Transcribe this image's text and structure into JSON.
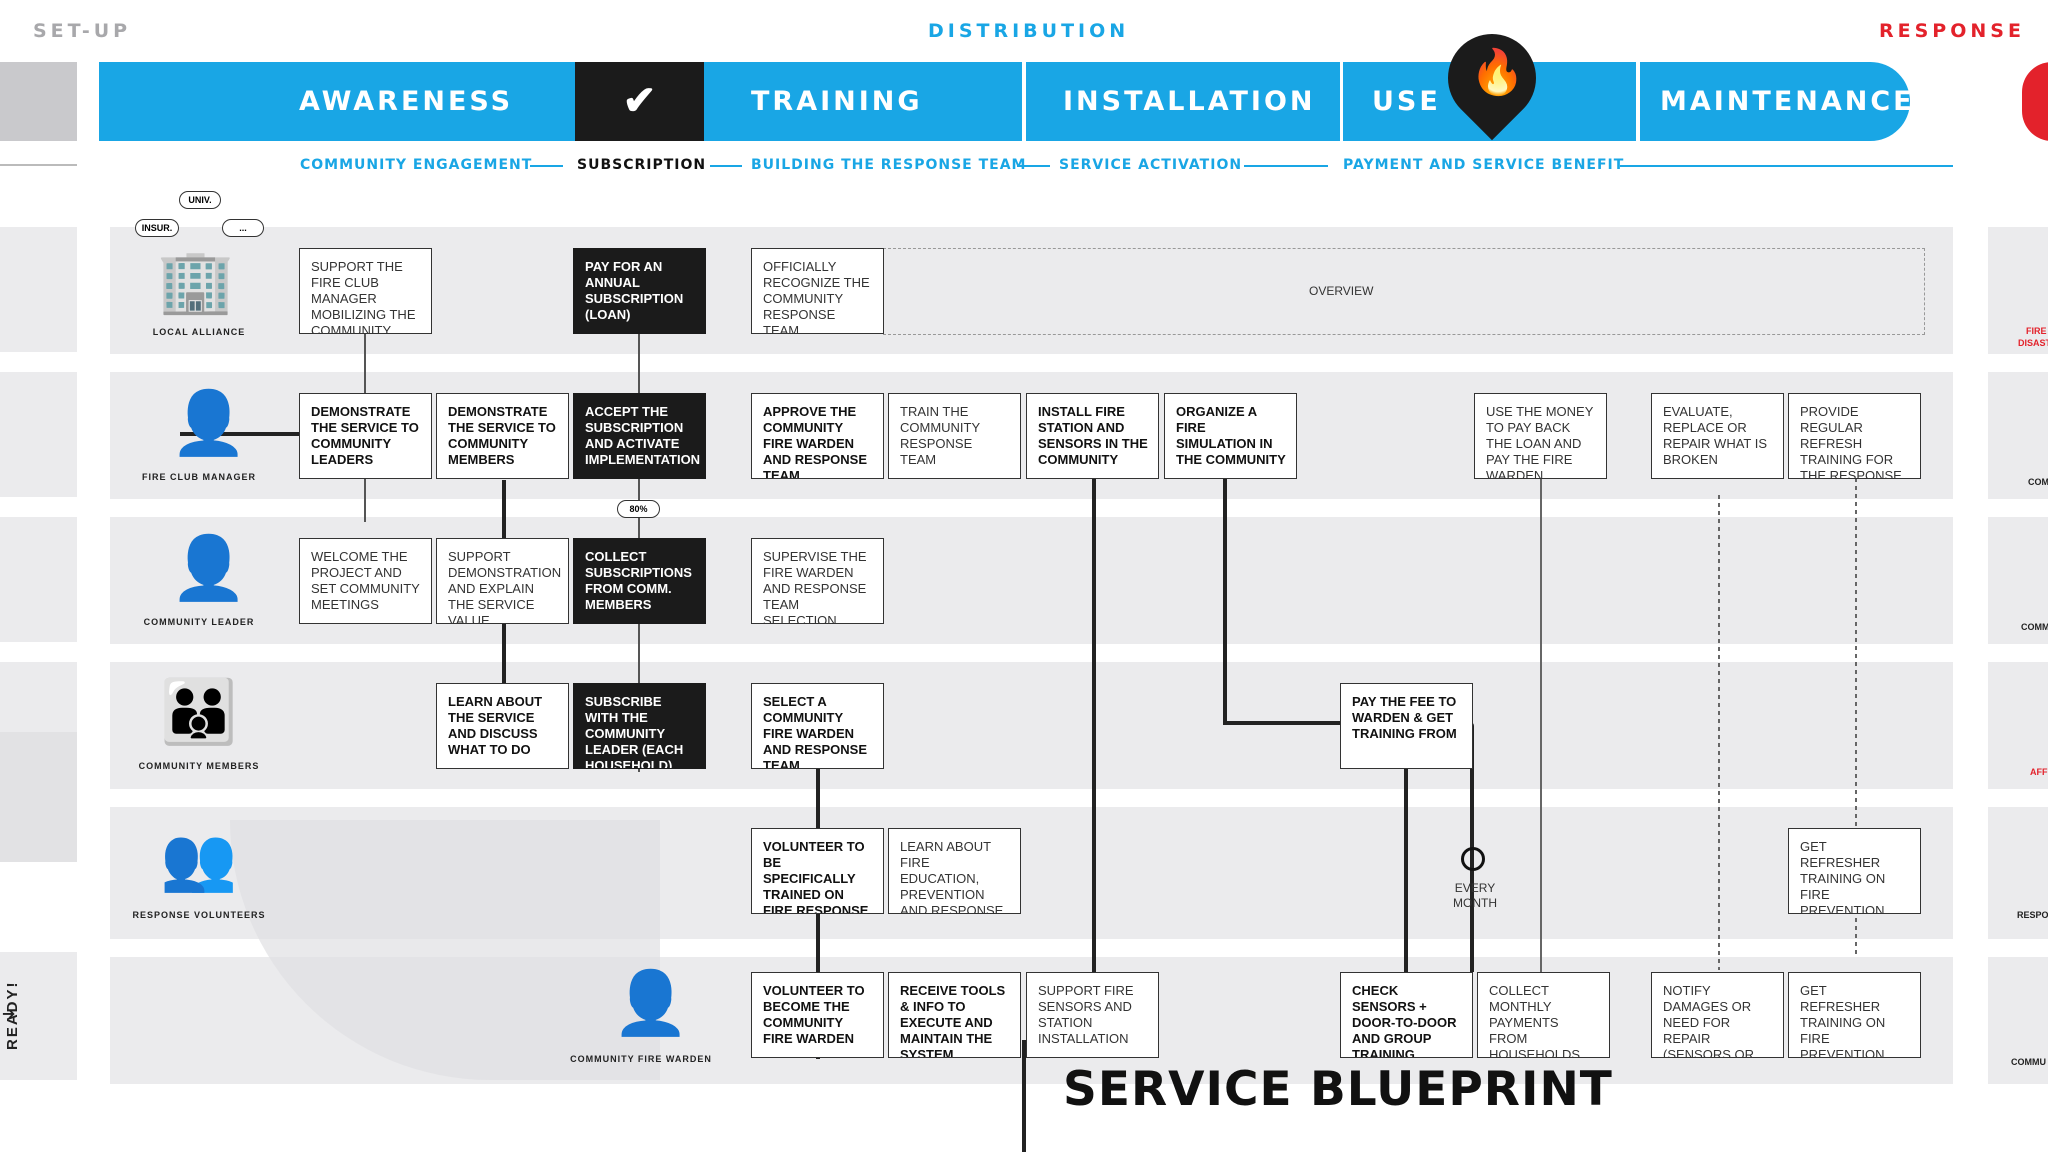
{
  "phases": {
    "setup": "SET-UP",
    "distribution": "DISTRIBUTION",
    "response": "RESPONSE"
  },
  "stages": [
    "AWARENESS",
    "TRAINING",
    "INSTALLATION",
    "USE",
    "MAINTENANCE"
  ],
  "subheads": [
    "COMMUNITY ENGAGEMENT",
    "SUBSCRIPTION",
    "BUILDING THE RESPONSE TEAM",
    "SERVICE ACTIVATION",
    "PAYMENT AND SERVICE BENEFIT"
  ],
  "overview_label": "OVERVIEW",
  "actors": {
    "local_alliance": "LOCAL ALLIANCE",
    "fire_club_manager": "FIRE CLUB MANAGER",
    "community_leader": "COMMUNITY LEADER",
    "community_members": "COMMUNITY MEMBERS",
    "response_volunteers": "RESPONSE VOLUNTEERS",
    "community_fire_warden": "COMMUNITY FIRE WARDEN"
  },
  "bubbles": {
    "univ": "UNIV.",
    "insur": "INSUR.",
    "more": "..."
  },
  "badge_80": "80%",
  "every_month": "EVERY MONTH",
  "ready": "READY!",
  "title": "SERVICE BLUEPRINT",
  "right_edge": {
    "fire": "FIRE",
    "disast": "DISAST",
    "com": "COM",
    "comm": "COMM",
    "aff": "AFF",
    "respo": "RESPO",
    "commu": "COMMU"
  },
  "cards": {
    "la_support": "SUPPORT THE FIRE CLUB MANAGER MOBILIZING THE COMMUNITY",
    "la_pay": "PAY FOR AN ANNUAL SUBSCRIPTION (LOAN)",
    "la_recognize": "OFFICIALLY RECOGNIZE THE COMMUNITY RESPONSE TEAM",
    "fm_demo_leaders": "DEMONSTRATE THE SERVICE TO COMMUNITY LEADERS",
    "fm_demo_members": "DEMONSTRATE THE SERVICE TO COMMUNITY MEMBERS",
    "fm_accept": "ACCEPT THE SUBSCRIPTION AND ACTIVATE IMPLEMENTATION",
    "fm_approve": "APPROVE THE COMMUNITY FIRE WARDEN AND RESPONSE TEAM",
    "fm_train": "TRAIN THE COMMUNITY RESPONSE TEAM",
    "fm_install": "INSTALL FIRE STATION AND SENSORS IN THE COMMUNITY",
    "fm_organize": "ORGANIZE A FIRE SIMULATION IN THE COMMUNITY",
    "fm_usemoney": "USE THE MONEY TO PAY BACK THE LOAN AND PAY THE FIRE WARDEN",
    "fm_evaluate": "EVALUATE, REPLACE OR REPAIR WHAT IS BROKEN",
    "fm_provide": "PROVIDE REGULAR REFRESH TRAINING FOR THE RESPONSE TEAM",
    "cl_welcome": "WELCOME THE PROJECT AND SET COMMUNITY MEETINGS",
    "cl_support": "SUPPORT DEMONSTRATION AND EXPLAIN THE SERVICE VALUE",
    "cl_collect": "COLLECT SUBSCRIPTIONS FROM COMM. MEMBERS",
    "cl_supervise": "SUPERVISE THE FIRE WARDEN AND RESPONSE TEAM SELECTION",
    "cm_learn": "LEARN ABOUT THE SERVICE AND DISCUSS WHAT TO DO",
    "cm_subscribe": "SUBSCRIBE WITH THE COMMUNITY LEADER (EACH HOUSEHOLD)",
    "cm_select": "SELECT A COMMUNITY FIRE WARDEN AND RESPONSE TEAM",
    "cm_payfee": "PAY THE FEE TO WARDEN & GET TRAINING FROM",
    "rv_volunteer": "VOLUNTEER TO BE SPECIFICALLY TRAINED ON FIRE RESPONSE",
    "rv_learn": "LEARN ABOUT FIRE EDUCATION, PREVENTION AND RESPONSE",
    "rv_refresher": "GET REFRESHER TRAINING ON FIRE PREVENTION AND REPONSE",
    "fw_volunteer": "VOLUNTEER TO BECOME THE COMMUNITY FIRE WARDEN",
    "fw_receive": "RECEIVE TOOLS & INFO TO EXECUTE AND MAINTAIN THE SYSTEM",
    "fw_support": "SUPPORT FIRE SENSORS AND STATION INSTALLATION",
    "fw_check": "CHECK SENSORS + DOOR-TO-DOOR AND GROUP TRAINING",
    "fw_collect": "COLLECT MONTHLY PAYMENTS FROM HOUSEHOLDS",
    "fw_notify": "NOTIFY DAMAGES OR NEED FOR REPAIR (SENSORS OR STATION)",
    "fw_refresher": "GET REFRESHER TRAINING ON FIRE PREVENTION AND REPONSE"
  }
}
